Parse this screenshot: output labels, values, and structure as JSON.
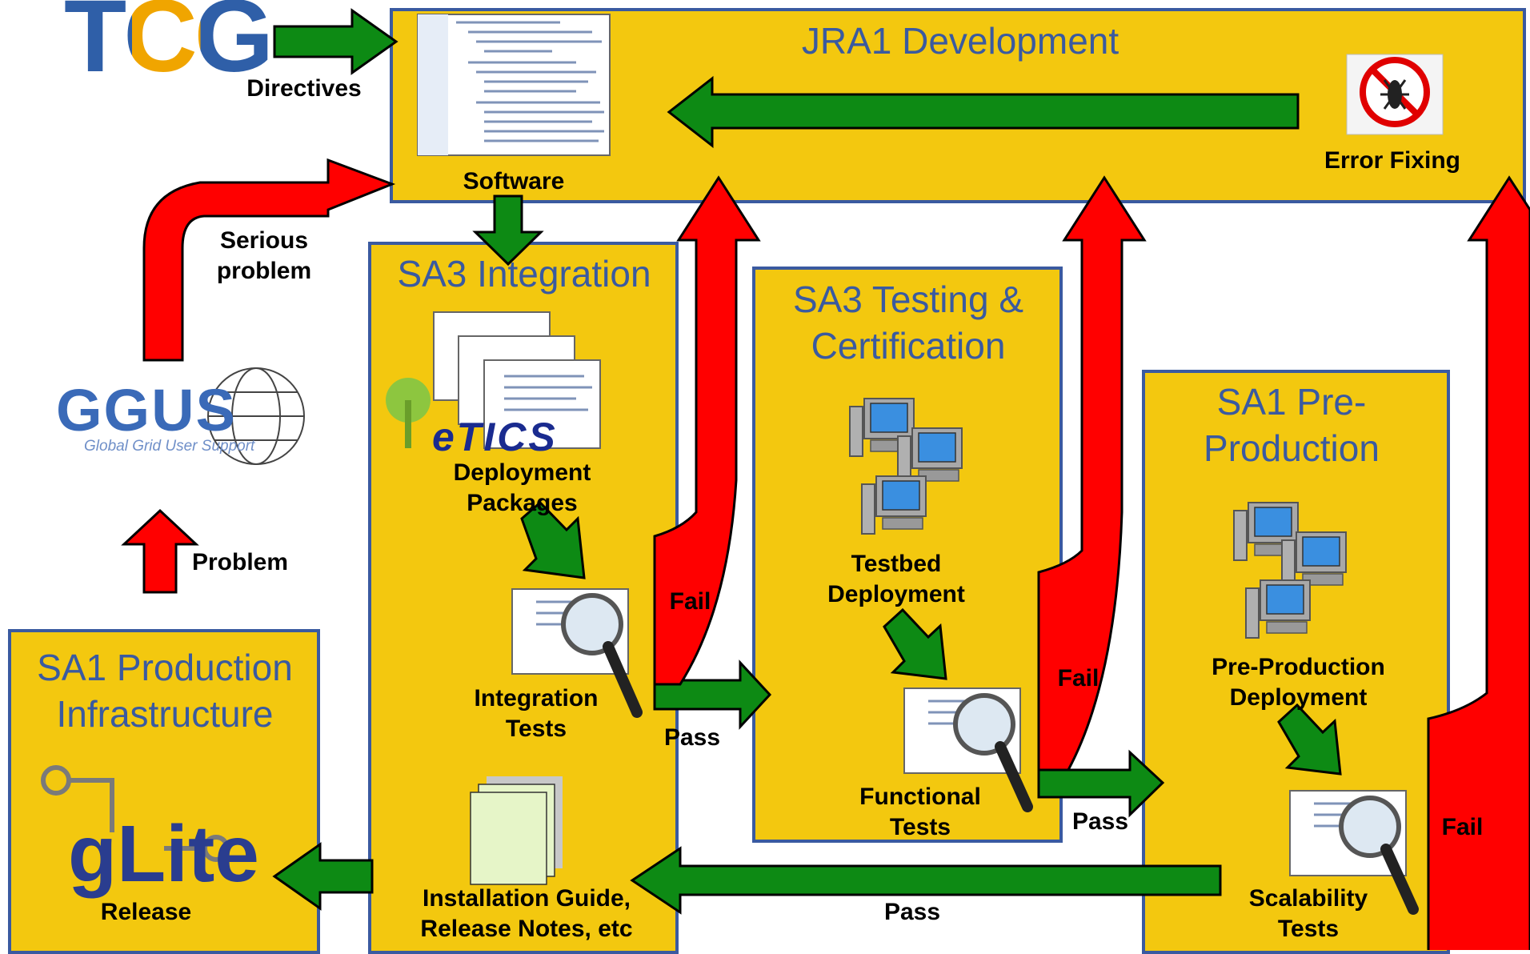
{
  "logos": {
    "tcg": "TCG",
    "ggus": "GGUS",
    "ggus_subtitle": "Global Grid User Support",
    "glite": "gLite",
    "etics": "eTICS"
  },
  "panels": {
    "jra1": "JRA1 Development",
    "sa3_integration": "SA3 Integration",
    "sa3_testing": "SA3 Testing &\nCertification",
    "sa1_preproduction": "SA1 Pre-\nProduction",
    "sa1_production": "SA1 Production\nInfrastructure"
  },
  "labels": {
    "directives": "Directives",
    "software": "Software",
    "error_fixing": "Error Fixing",
    "serious_problem": "Serious\nproblem",
    "problem": "Problem",
    "deployment_packages": "Deployment\nPackages",
    "integration_tests": "Integration\nTests",
    "installation_guide": "Installation Guide,\nRelease Notes, etc",
    "testbed_deployment": "Testbed\nDeployment",
    "functional_tests": "Functional\nTests",
    "preproduction_deployment": "Pre-Production\nDeployment",
    "scalability_tests": "Scalability\nTests",
    "release": "Release",
    "fail_integration": "Fail",
    "fail_testing": "Fail",
    "fail_preproduction": "Fail",
    "pass_integration": "Pass",
    "pass_testing": "Pass",
    "pass_preproduction": "Pass"
  },
  "colors": {
    "panel_fill": "#f3c80f",
    "panel_border": "#3a5aa0",
    "title_text": "#3a5aa0",
    "arrow_green": "#0d8a14",
    "arrow_red": "#ff0000",
    "tcg_t": "#2f5fa8",
    "tcg_c": "#f0a500",
    "tcg_g": "#2f5fa8"
  }
}
